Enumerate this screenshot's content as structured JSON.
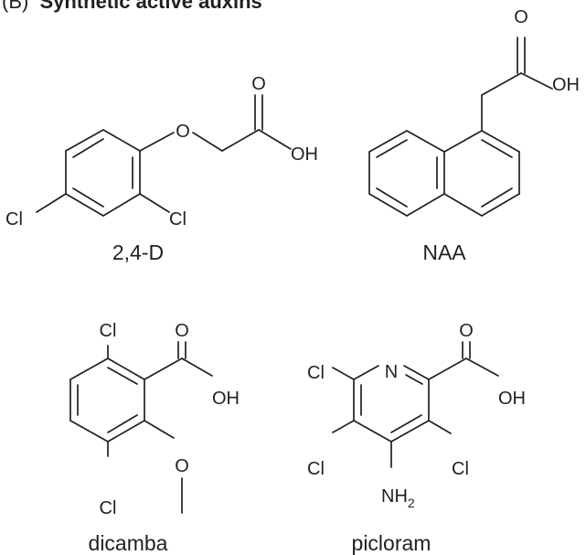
{
  "figure": {
    "panel_label": "(B)",
    "title": "Synthetic active auxins"
  },
  "compounds": [
    {
      "name": "2,4-D",
      "atom_labels": {
        "ring_o": "O",
        "carbonyl_o": "O",
        "oh": "OH",
        "cl_left": "Cl",
        "cl_right": "Cl"
      }
    },
    {
      "name": "NAA",
      "atom_labels": {
        "carbonyl_o": "O",
        "oh": "OH"
      }
    },
    {
      "name": "dicamba",
      "atom_labels": {
        "cl_top": "Cl",
        "carbonyl_o": "O",
        "oh": "OH",
        "methoxy_o": "O",
        "cl_bottom": "Cl"
      }
    },
    {
      "name": "picloram",
      "atom_labels": {
        "ring_n": "N",
        "carbonyl_o": "O",
        "oh": "OH",
        "cl_top_left": "Cl",
        "cl_bottom_left": "Cl",
        "cl_right": "Cl",
        "nh": "NH",
        "nh_sub": "2"
      }
    }
  ]
}
